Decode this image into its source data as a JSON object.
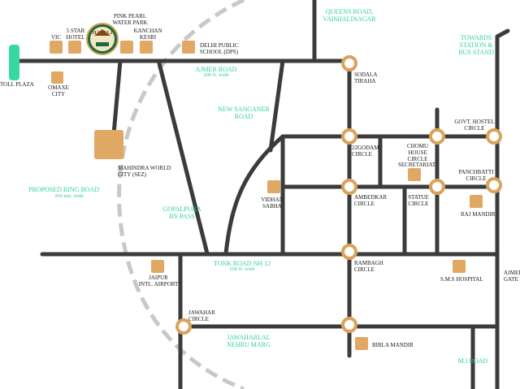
{
  "colors": {
    "road": "#3b3b3b",
    "node_ring": "#d9a35b",
    "landmark": "#e0a862",
    "road_label": "#2fcf9a",
    "ring_road_dash": "#c8c8c8",
    "toll_marker": "#37d9a0"
  },
  "project_logo": {
    "icon": "haveli-logo-icon",
    "name": "HAVELI"
  },
  "labels": {
    "toll_plaza": "TOLL PLAZA",
    "vic": "VIC",
    "five_star_hotel": "5 STAR\nHOTEL",
    "pink_pearl": "PINK PEARL\nWATER PARK",
    "kanchan_kesri": "KANCHAN\nKESRI",
    "dps": "DELHI PUBLIC\nSCHOOL (DPS)",
    "omaxe_city": "OMAXE\nCITY",
    "mahindra_world_city": "MAHINDRA WORLD\nCITY (SEZ)",
    "vidhan_sabha": "VIDHAN\nSABHA",
    "sodala_tiraha": "SODALA\nTIRAHA",
    "godam_circle": "22GODAM\nCIRCLE",
    "chomu_house": "CHOMU\nHOUSE\nCIRCLE",
    "govt_hostel": "GOVT. HOSTEL\nCIRCLE",
    "secretariat": "SECRETARIAT",
    "ambedkar_circle": "AMBEDKAR\nCIRCLE",
    "statue_circle": "STATUE\nCIRCLE",
    "panchbatti_circle": "PANCHBATTI\nCIRCLE",
    "raj_mandir": "RAJ MANDIR",
    "rambagh_circle": "RAMBAGH\nCIRCLE",
    "sms_hospital": "S.M.S HOSPITAL",
    "jaipur_airport": "JAIPUR\nINTL. AIRPORT",
    "jawahar_circle": "JAWAHAR\nCIRCLE",
    "birla_mandir": "BIRLA MANDIR",
    "ajmeri_gate": "AJMERI\nGATE"
  },
  "roads": {
    "queens_road": "QUEENS ROAD,\nVAISHALINAGAR",
    "towards_station": "TOWARDS\nSTATION &\nBUS STAND",
    "ajmer_road": "AJMER ROAD",
    "ajmer_road_width": "200 ft. wide",
    "new_sanganer": "NEW SANGANER\nROAD",
    "ring_road": "PROPOSED RING ROAD",
    "ring_road_width": "200 mtr. wide",
    "gopalpura": "GOPALPURA\nBY-PASS",
    "tonk_road": "TONK ROAD NH 12",
    "tonk_road_width": "200 ft. wide",
    "jln_marg": "JAWAHARLAL\nNEHRU MARG",
    "mi_road": "M.I ROAD"
  }
}
